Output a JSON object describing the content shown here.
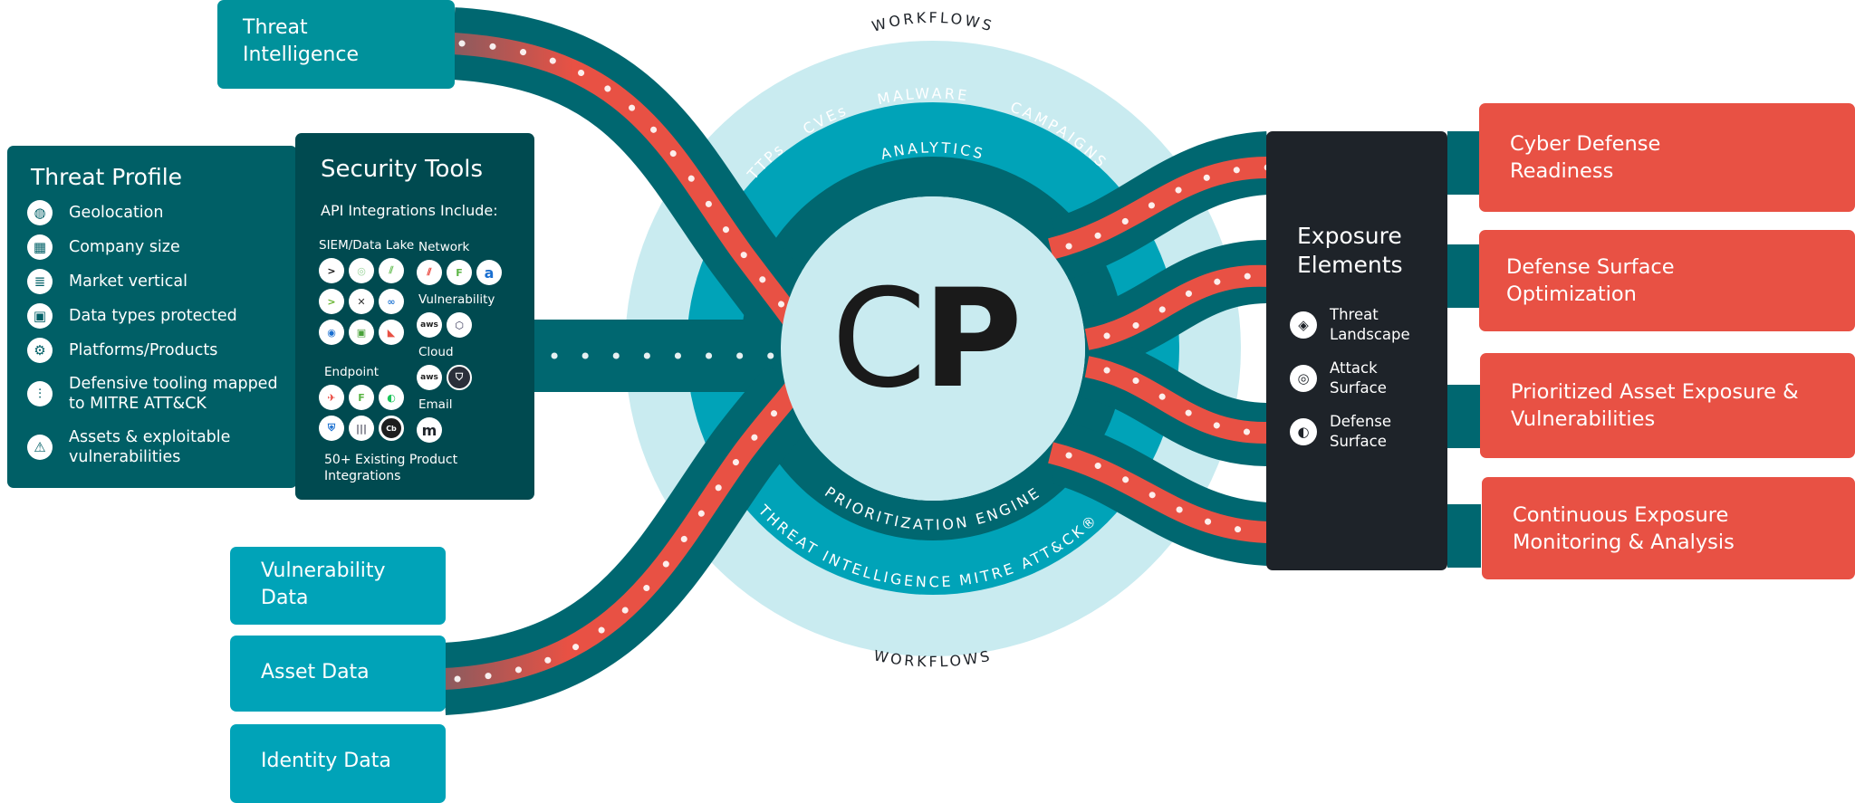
{
  "colors": {
    "dark_teal": "#006770",
    "teal": "#00a3b8",
    "light_blue": "#c9ebf0",
    "red": "#e85144",
    "threat_profile_bg": "#005f66",
    "security_tools_bg": "#004a50",
    "exposure_bg": "#1e2329",
    "source_teal": "#00919b"
  },
  "sources": {
    "threat_intelligence": "Threat\nIntelligence",
    "vulnerability_data": "Vulnerability\nData",
    "asset_data": "Asset Data",
    "identity_data": "Identity Data"
  },
  "threat_profile": {
    "title": "Threat Profile",
    "items": [
      {
        "icon": "globe-icon",
        "glyph": "◍",
        "label": "Geolocation"
      },
      {
        "icon": "building-icon",
        "glyph": "▦",
        "label": "Company size"
      },
      {
        "icon": "sort-list-icon",
        "glyph": "≣",
        "label": "Market vertical"
      },
      {
        "icon": "database-icon",
        "glyph": "▣",
        "label": "Data types protected"
      },
      {
        "icon": "laptop-gear-icon",
        "glyph": "⚙",
        "label": "Platforms/Products"
      },
      {
        "icon": "sliders-icon",
        "glyph": "⫶",
        "label": "Defensive tooling mapped\nto MITRE ATT&CK"
      },
      {
        "icon": "warning-icon",
        "glyph": "⚠",
        "label": "Assets & exploitable\nvulnerabilities"
      }
    ]
  },
  "security_tools": {
    "title": "Security Tools",
    "subtitle": "API Integrations Include:",
    "categories": {
      "siem": "SIEM/Data Lake",
      "network": "Network",
      "vulnerability": "Vulnerability",
      "cloud": "Cloud",
      "endpoint": "Endpoint",
      "email": "Email"
    },
    "footer": "50+ Existing Product\nIntegrations"
  },
  "hub": {
    "logo_c": "C",
    "logo_p": "P",
    "outer_ring_top": "WORKFLOWS",
    "outer_ring_bottom": "WORKFLOWS",
    "middle_ring_top": [
      "TTPs",
      "CVEs",
      "MALWARE",
      "CAMPAIGNS"
    ],
    "middle_ring_bottom": [
      "THREAT INTELLIGENCE",
      "MITRE ATT&CK®"
    ],
    "inner_ring_top": "ANALYTICS",
    "inner_ring_bottom": "PRIORITIZATION ENGINE"
  },
  "exposure_elements": {
    "title": "Exposure\nElements",
    "items": [
      {
        "icon": "diamond-alert-icon",
        "glyph": "◈",
        "label": "Threat\nLandscape"
      },
      {
        "icon": "target-icon",
        "glyph": "◎",
        "label": "Attack\nSurface"
      },
      {
        "icon": "shield-icon",
        "glyph": "◐",
        "label": "Defense\nSurface"
      }
    ]
  },
  "outcomes": [
    "Cyber Defense\nReadiness",
    "Defense Surface\nOptimization",
    "Prioritized Asset Exposure &\nVulnerabilities",
    "Continuous Exposure\nMonitoring & Analysis"
  ]
}
